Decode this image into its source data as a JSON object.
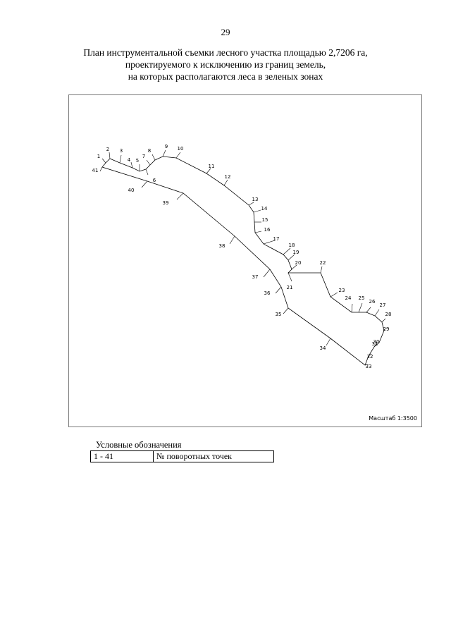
{
  "page_number": "29",
  "title_lines": [
    "План инструментальной съемки лесного участка площадью 2,7206 га,",
    "проектируемого к исключению из границ земель,",
    "на которых располагаются леса в зеленых зонах"
  ],
  "map": {
    "scale_label": "Масштаб 1:3500",
    "point_labels": [
      "1",
      "2",
      "3",
      "4",
      "5",
      "6",
      "7",
      "8",
      "9",
      "10",
      "11",
      "12",
      "13",
      "14",
      "15",
      "16",
      "17",
      "18",
      "19",
      "20",
      "21",
      "22",
      "23",
      "24",
      "25",
      "26",
      "27",
      "28",
      "29",
      "30",
      "31",
      "32",
      "33",
      "34",
      "35",
      "36",
      "37",
      "38",
      "39",
      "40",
      "41"
    ]
  },
  "legend": {
    "title": "Условные обозначения",
    "rows": [
      {
        "symbol": "1 - 41",
        "description": "№ поворотных точек"
      }
    ]
  }
}
